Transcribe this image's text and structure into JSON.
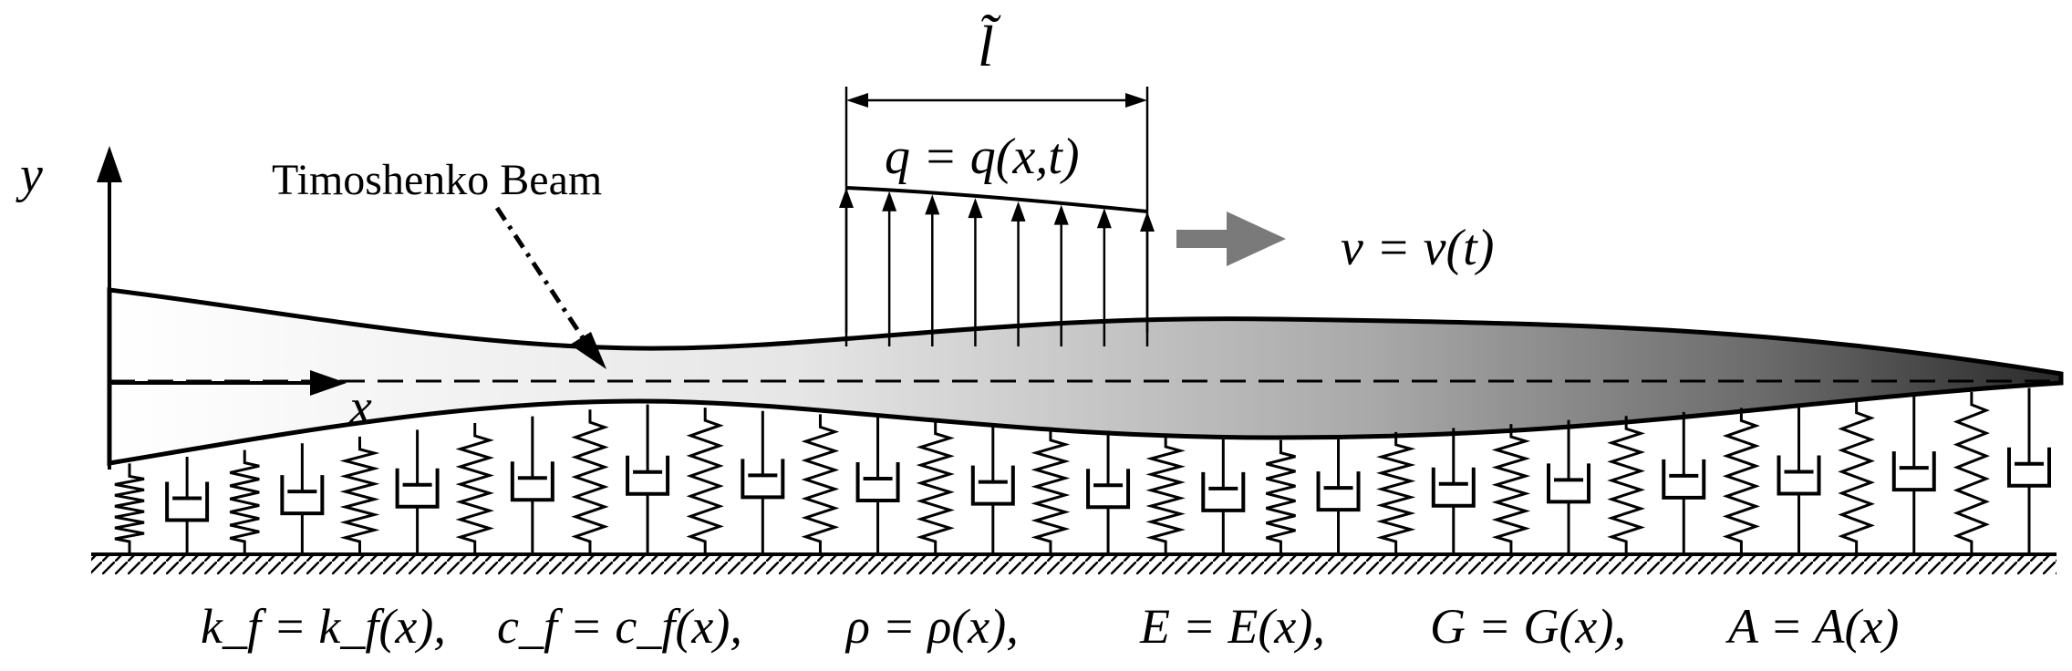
{
  "labels": {
    "y_axis": "y",
    "x_axis": "x",
    "beam_name": "Timoshenko Beam",
    "load_length": "l̃",
    "load_eq": "q = q(x,t)",
    "velocity_eq": "v = v(t)",
    "properties": [
      "k_f = k_f(x),",
      "c_f = c_f(x),",
      "ρ = ρ(x),",
      "E = E(x),",
      "G = G(x),",
      "A = A(x)"
    ]
  },
  "colors": {
    "ink": "#000000",
    "arrow_gray": "#7a7a7a",
    "beam_light": "#ffffff",
    "beam_dark": "#2a2a2a"
  },
  "foundation": {
    "element_sequence": [
      "spring",
      "damper",
      "spring",
      "damper",
      "spring",
      "damper",
      "spring",
      "damper",
      "spring",
      "damper",
      "spring",
      "damper",
      "spring",
      "damper",
      "spring",
      "damper",
      "spring",
      "damper",
      "spring",
      "damper",
      "spring",
      "damper",
      "spring",
      "damper",
      "spring",
      "damper",
      "spring",
      "damper",
      "spring",
      "damper",
      "spring",
      "damper",
      "spring",
      "damper"
    ]
  },
  "load_arrows": 8
}
